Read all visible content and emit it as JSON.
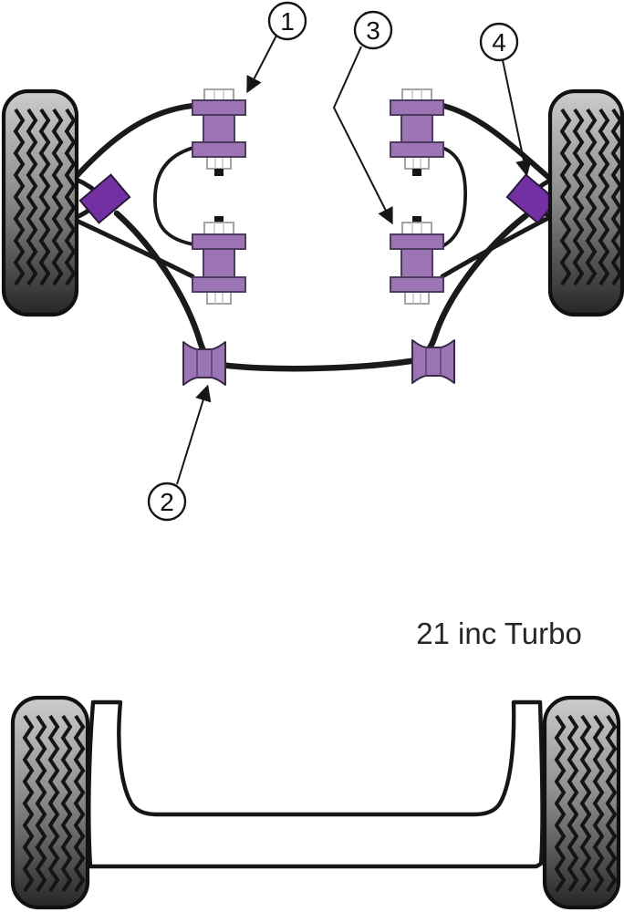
{
  "caption": "21 inc Turbo",
  "callouts": [
    {
      "label": "1"
    },
    {
      "label": "2"
    },
    {
      "label": "3"
    },
    {
      "label": "4"
    }
  ],
  "colors": {
    "purple": "#9d74b4",
    "purple_dark": "#4d3c60",
    "purple_deep": "#7330a2",
    "line": "#1a1a1a",
    "tire_light": "#cccccc",
    "tire_mid": "#8f8f8f",
    "tire_dark": "#262626",
    "text": "#262626",
    "bolt_outline": "#9a9a9a"
  }
}
